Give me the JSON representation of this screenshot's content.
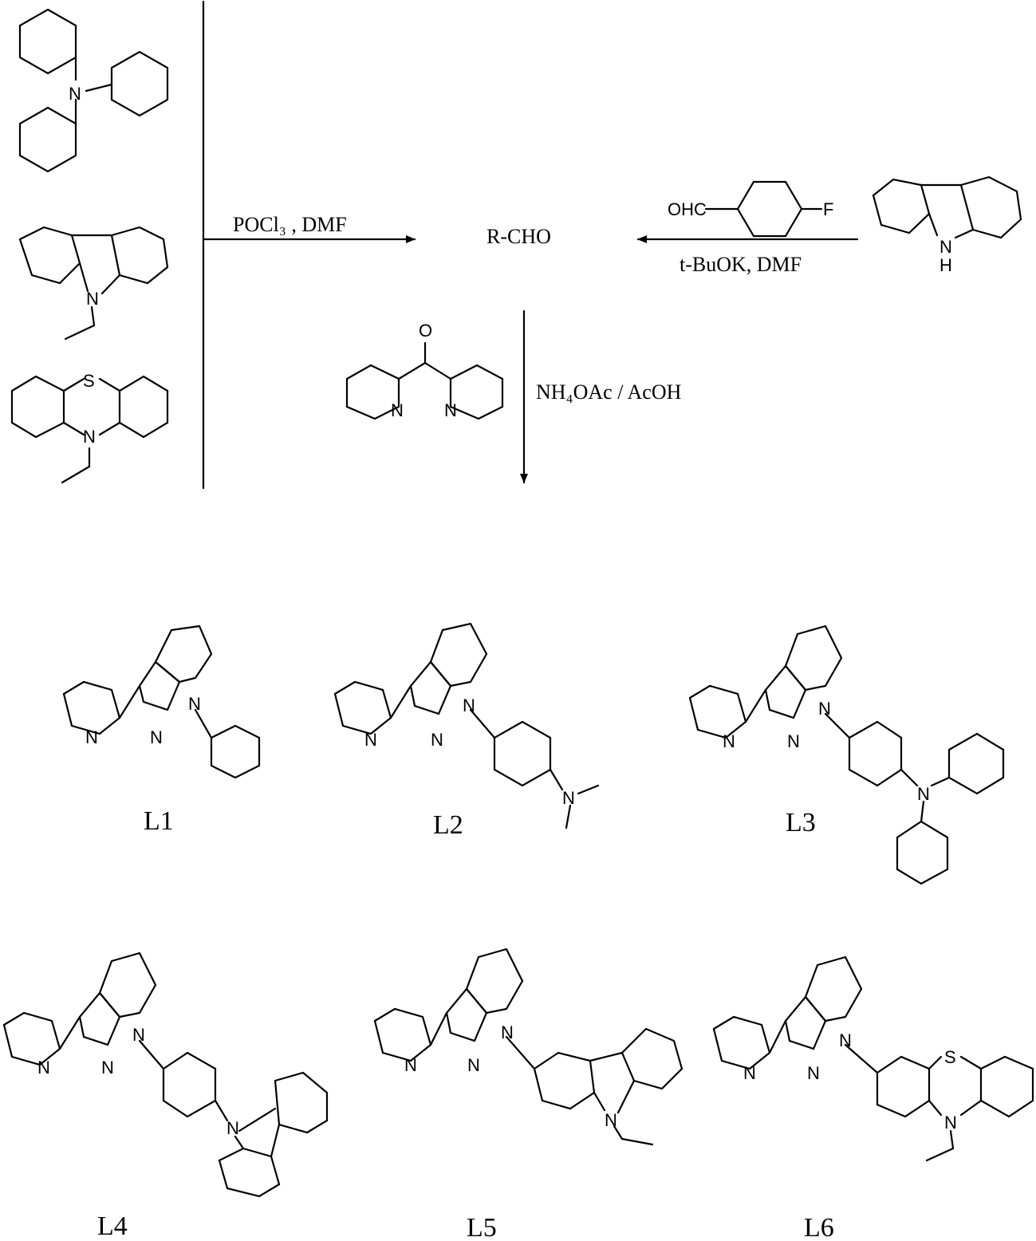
{
  "scheme": {
    "reagents": {
      "vilsmeier": "POCl₃ , DMF",
      "product": "R-CHO",
      "aldehyde_reagent": "OHC",
      "fluoro": "F",
      "ullmann": "t-BuOK, DMF",
      "cyclization": "NH₄OAc / AcOH"
    },
    "atoms": {
      "nitrogen": "N",
      "sulfur": "S",
      "oxygen": "O",
      "hydrogen": "H"
    },
    "ligands": [
      "L1",
      "L2",
      "L3",
      "L4",
      "L5",
      "L6"
    ]
  }
}
